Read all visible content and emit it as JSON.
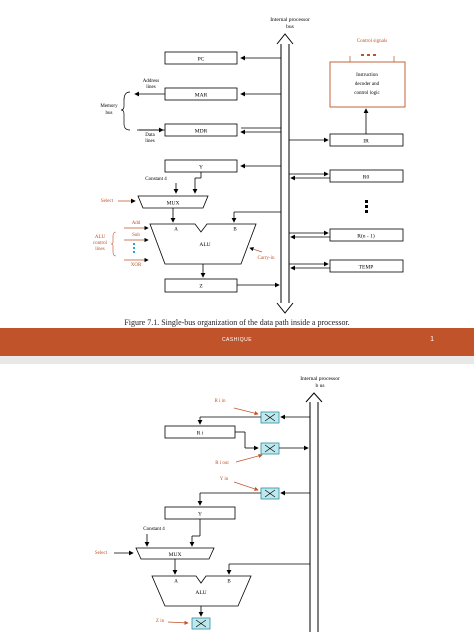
{
  "slide1": {
    "bus_title": [
      "Internal processor",
      "bus"
    ],
    "control_signals": "Control signals",
    "decoder": [
      "Instruction",
      "decoder and",
      "control logic"
    ],
    "registers_left": {
      "pc": "PC",
      "mar": "MAR",
      "mdr": "MDR",
      "y": "Y",
      "mux": "MUX",
      "alu": "ALU",
      "z": "Z"
    },
    "registers_right": {
      "ir": "IR",
      "r0": "R0",
      "rn1": "R(n - 1)",
      "temp": "TEMP"
    },
    "memory_bus": [
      "Memory",
      "bus"
    ],
    "address_lines": [
      "Address",
      "lines"
    ],
    "data_lines": [
      "Data",
      "lines"
    ],
    "constant4": "Constant 4",
    "select": "Select",
    "alu_ops": {
      "add": "Add",
      "sub": "Sub",
      "xor": "XOR"
    },
    "alu_control": [
      "ALU",
      "control",
      "lines"
    ],
    "port_a": "A",
    "port_b": "B",
    "carry_in": "Carry-in",
    "caption": "Figure 7.1.  Single-bus organization of the data path inside a processor."
  },
  "footer": {
    "brand": "CASHIQUE",
    "page": "1"
  },
  "slide2": {
    "bus_title": [
      "Internal processor",
      "b  us"
    ],
    "ri_in": "R i  in",
    "ri": "R i",
    "ri_out": "R i  out",
    "y_in": "Y  in",
    "y": "Y",
    "constant4": "Constant 4",
    "select": "Select",
    "mux": "MUX",
    "port_a": "A",
    "port_b": "B",
    "alu": "ALU",
    "z_in": "Z  in"
  },
  "colors": {
    "accent": "#c0532a",
    "switch_fill": "#bfe8ee",
    "switch_stroke": "#2a8fa0",
    "line": "#000000"
  }
}
